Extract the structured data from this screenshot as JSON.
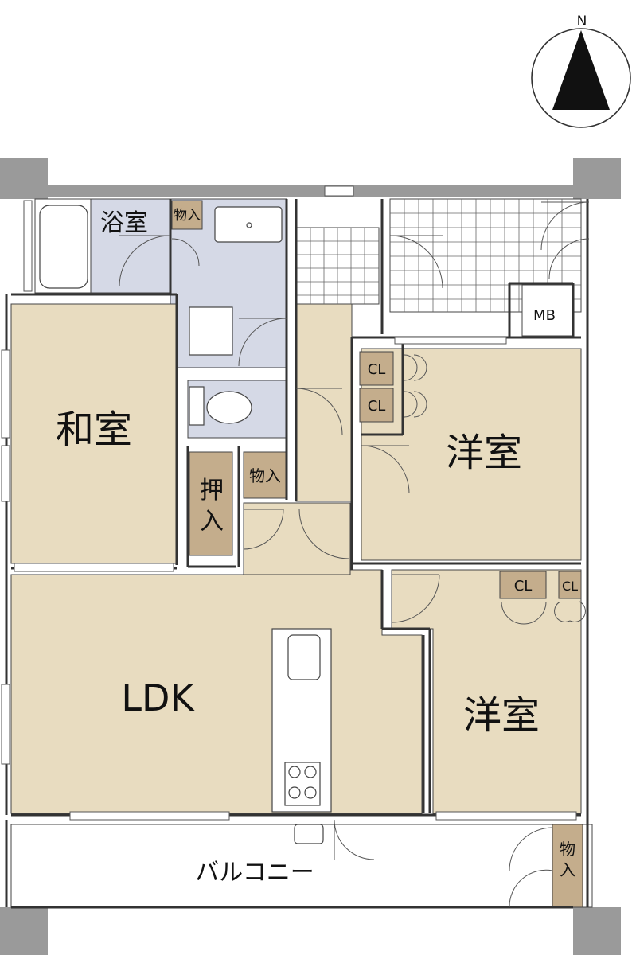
{
  "compass": {
    "north_label": "N",
    "icon": "north-arrow-icon"
  },
  "rooms": {
    "washitsu": "和室",
    "bath": "浴室",
    "ldk": "LDK",
    "yoshitsu_north": "洋室",
    "yoshitsu_south": "洋室",
    "balcony": "バルコニー",
    "oshiire": "押入"
  },
  "storage": {
    "monoire_bath": "物入",
    "monoire_hall": "物入",
    "monoire_balcony": "物入",
    "cl_1": "CL",
    "cl_2": "CL",
    "cl_3": "CL",
    "cl_4": "CL",
    "mb": "MB"
  },
  "colors": {
    "room_floor": "#e8dcc0",
    "wet_area": "#d5d9e6",
    "storage": "#c4ad8c",
    "wall": "#9a9a9a",
    "line": "#444444"
  }
}
